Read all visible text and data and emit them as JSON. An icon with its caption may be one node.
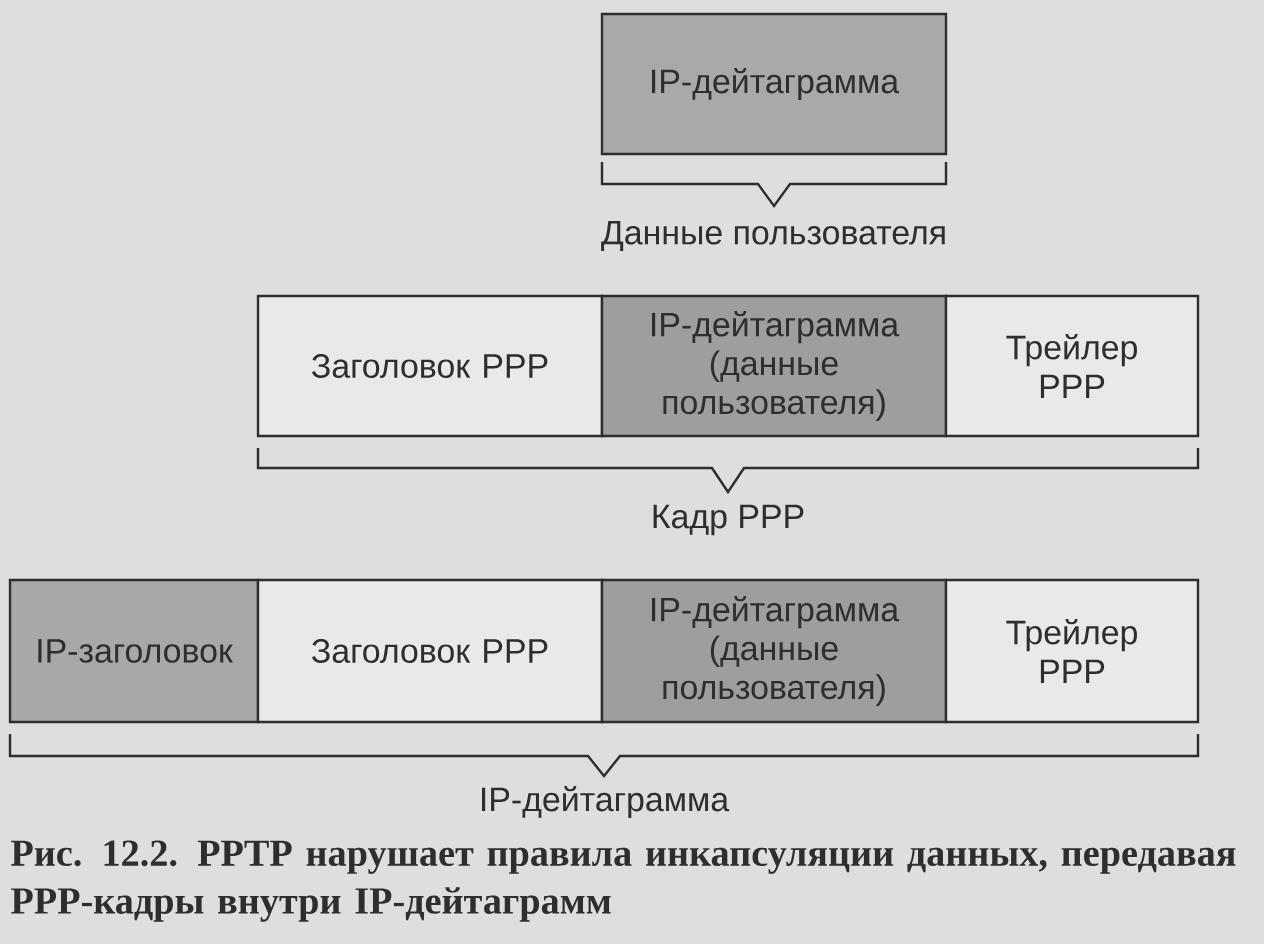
{
  "diagram": {
    "caption": "Рис. 12.2. PPTP нарушает правила инкапсуляции данных, передавая PPP-кадры внутри IP-дейтаграмм",
    "nodes": [
      {
        "text": [
          "IP-дейтаграмма"
        ]
      },
      {
        "text": [
          "Заголовок PPP"
        ]
      },
      {
        "text": [
          "IP-дейтаграмма (данные пользователя)"
        ]
      },
      {
        "text": [
          "Трейлер PPP"
        ]
      },
      {
        "text": [
          "IP-заголовок"
        ]
      },
      {
        "text": [
          "Заголовок PPP"
        ]
      },
      {
        "text": [
          "IP-дейтаграмма (данные пользователя)"
        ]
      },
      {
        "text": [
          "Трейлер PPP"
        ]
      }
    ],
    "labels": [
      "Данные пользователя",
      "Кадр PPP",
      "IP-дейтаграмма"
    ]
  }
}
